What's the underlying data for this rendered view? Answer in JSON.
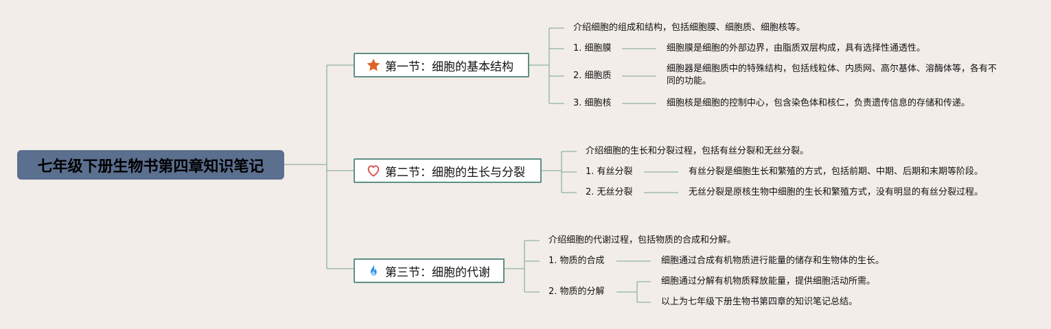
{
  "root": {
    "title": "七年级下册生物书第四章知识笔记"
  },
  "sections": [
    {
      "icon": "star-icon",
      "icon_color": "#e0622b",
      "title": "第一节：细胞的基本结构",
      "intro": "介绍细胞的组成和结构，包括细胞膜、细胞质、细胞核等。",
      "items": [
        {
          "label": "1. 细胞膜",
          "desc": "细胞膜是细胞的外部边界，由脂质双层构成，具有选择性通透性。"
        },
        {
          "label": "2. 细胞质",
          "desc": "细胞器是细胞质中的特殊结构，包括线粒体、内质网、高尔基体、溶酶体等，各有不同的功能。"
        },
        {
          "label": "3. 细胞核",
          "desc": "细胞核是细胞的控制中心，包含染色体和核仁，负责遗传信息的存储和传递。"
        }
      ]
    },
    {
      "icon": "heart-icon",
      "icon_color": "#d94a4a",
      "title": "第二节：细胞的生长与分裂",
      "intro": "介绍细胞的生长和分裂过程，包括有丝分裂和无丝分裂。",
      "items": [
        {
          "label": "1. 有丝分裂",
          "desc": "有丝分裂是细胞生长和繁殖的方式，包括前期、中期、后期和末期等阶段。"
        },
        {
          "label": "2. 无丝分裂",
          "desc": "无丝分裂是原核生物中细胞的生长和繁殖方式，没有明显的有丝分裂过程。"
        }
      ]
    },
    {
      "icon": "flame-icon",
      "icon_color": "#2f8fe0",
      "title": "第三节：细胞的代谢",
      "intro": "介绍细胞的代谢过程，包括物质的合成和分解。",
      "items": [
        {
          "label": "1. 物质的合成",
          "desc": "细胞通过合成有机物质进行能量的储存和生物体的生长。"
        },
        {
          "label": "2. 物质的分解",
          "desc": "细胞通过分解有机物质释放能量，提供细胞活动所需。",
          "desc2": "以上为七年级下册生物书第四章的知识笔记总结。"
        }
      ]
    }
  ]
}
